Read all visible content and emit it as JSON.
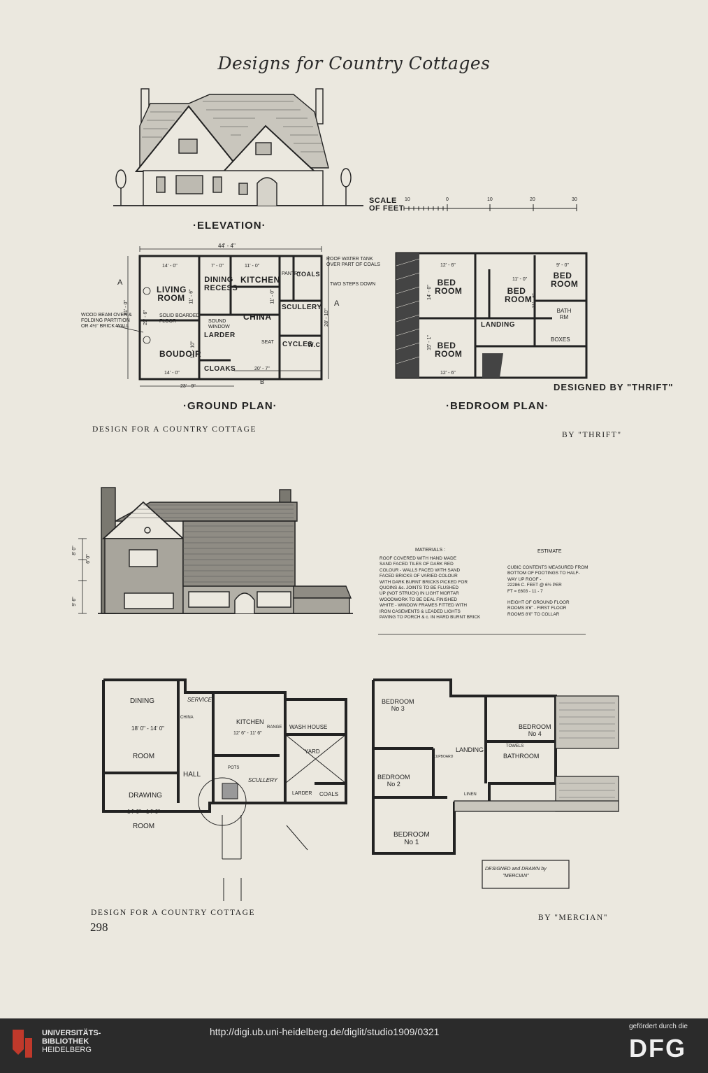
{
  "page_title": "Designs for Country Cottages",
  "design1": {
    "elevation_label": "·ELEVATION·",
    "scale_label_1": "SCALE",
    "scale_label_2": "OF FEET",
    "scale_ticks": [
      "10",
      "0",
      "10",
      "20",
      "30"
    ],
    "ground_plan_label": "·GROUND PLAN·",
    "bedroom_plan_label": "·BEDROOM PLAN·",
    "designed_by": "DESIGNED BY \"THRIFT\"",
    "ground_rooms": {
      "living": "LIVING ROOM",
      "dining": "DINING RECESS",
      "kitchen": "KITCHEN",
      "pantry": "PANTRY",
      "coals": "COALS",
      "scullery": "SCULLERY",
      "china": "CHINA",
      "larder": "LARDER",
      "boudoir": "BOUDOIR",
      "cloaks": "CLOAKS",
      "cycles": "CYCLES",
      "wc": "W.C."
    },
    "ground_notes": {
      "roof_tank": "ROOF WATER TANK\nOVER PART OF COALS",
      "two_steps": "TWO STEPS DOWN",
      "wood_beam": "WOOD BEAM OVER &\nFOLDING PARTITION\nOR 4½\" BRICK WALL",
      "solid_floor": "SOLID BOARDED\nFLOOR",
      "sound_window": "SOUND\nWINDOW",
      "seat": "SEAT",
      "section_a": "A",
      "section_b": "B"
    },
    "ground_dims": {
      "overall": "44' - 4\"",
      "living_w": "14' - 0\"",
      "dining_w": "7' - 0\"",
      "kitchen_w": "11' - 0\"",
      "boudoir_w": "14' - 0\"",
      "back_w": "20' - 7\"",
      "front_w": "23' - 9\"",
      "left_h": "31' - 0\"",
      "living_h": "29' - 6\"",
      "right_h": "28' - 10\"",
      "dining_h": "11' - 6\"",
      "boudoir_h": "11' - 10\"",
      "kitchen_h": "11' - 0\""
    },
    "bed_rooms": {
      "bed1": "BED ROOM",
      "bed2": "BED ROOM",
      "bed3": "BED ROOM",
      "bed4": "BED ROOM",
      "bath": "BATH RM",
      "landing": "LANDING",
      "boxes": "BOXES"
    },
    "bed_dims": {
      "bed1_w": "12' - 6\"",
      "bed1_h": "14' - 0\"",
      "bed2_h": "11' - 0\"",
      "bed3_w": "9' - 0\"",
      "bed3_h": "11' - 6\"",
      "bed4_w": "12' - 6\"",
      "bed4_h": "15' - 1\""
    },
    "caption_left": "DESIGN FOR A COUNTRY COTTAGE",
    "caption_right": "BY \"THRIFT\""
  },
  "design2": {
    "height_dims": [
      "8' 0\"",
      "6' 0\"",
      "9' 6\""
    ],
    "materials_title": "MATERIALS :",
    "materials_lines": [
      "ROOF COVERED WITH HAND MADE",
      "SAND FACED TILES OF DARK RED",
      "COLOUR - WALLS FACED WITH SAND",
      "FACED BRICKS OF VARIED COLOUR",
      "WITH DARK BURNT BRICKS PICKED FOR",
      "QUOINS &c. JOINTS TO BE FLUSHED",
      "UP (NOT STRUCK) IN LIGHT MORTAR",
      "WOODWORK TO BE DEAL FINISHED",
      "WHITE - WINDOW FRAMES FITTED WITH",
      "IRON CASEMENTS & LEADED LIGHTS",
      "PAVING TO PORCH & c. IN HARD BURNT BRICK"
    ],
    "estimate_title": "ESTIMATE",
    "estimate_lines": [
      "CUBIC CONTENTS MEASURED FROM",
      "BOTTOM OF FOOTINGS TO HALF-",
      "WAY UP ROOF -",
      "22286 C. FEET @ 6½ PER",
      "FT = £603 - 11 - 7",
      "",
      "HEIGHT OF GROUND FLOOR",
      "ROOMS 8'6\" - FIRST FLOOR",
      "ROOMS 8'0\" TO COLLAR"
    ],
    "ground_rooms": {
      "dining": "DINING",
      "dining_dim": "18' 0\" - 14' 0\"",
      "dining_room": "ROOM",
      "service": "SERVICE",
      "china": "CHINA",
      "kitchen": "KITCHEN",
      "kitchen_dim": "12' 6\" - 11' 6\"",
      "range": "RANGE",
      "wash_house": "WASH HOUSE",
      "yard": "YARD",
      "hall": "HALL",
      "pots": "POTS",
      "scullery": "SCULLERY",
      "larder": "LARDER",
      "coals": "COALS",
      "drawing": "DRAWING",
      "drawing_dim": "14' 0\" - 14' 0\"",
      "drawing_room": "ROOM"
    },
    "bed_rooms": {
      "bed3": "BEDROOM",
      "bed3_no": "No 3",
      "bed4": "BEDROOM",
      "bed4_no": "No 4",
      "landing": "LANDING",
      "towels": "TOWELS",
      "bathroom": "BATHROOM",
      "bed2": "BEDROOM",
      "bed2_no": "No 2",
      "linen": "LINEN",
      "bed1": "BEDROOM",
      "bed1_no": "No 1",
      "cupboard": "CUPBOARD"
    },
    "designed_box_1": "DESIGNED and DRAWN by",
    "designed_box_2": "\"MERCIAN\"",
    "caption_left": "DESIGN FOR A COUNTRY COTTAGE",
    "caption_right": "BY \"MERCIAN\""
  },
  "page_number": "298",
  "footer": {
    "uni_line1": "UNIVERSITÄTS-",
    "uni_line2": "BIBLIOTHEK",
    "uni_line3": "HEIDELBERG",
    "url": "http://digi.ub.uni-heidelberg.de/diglit/studio1909/0321",
    "funded_by": "gefördert durch die",
    "dfg": "DFG"
  }
}
